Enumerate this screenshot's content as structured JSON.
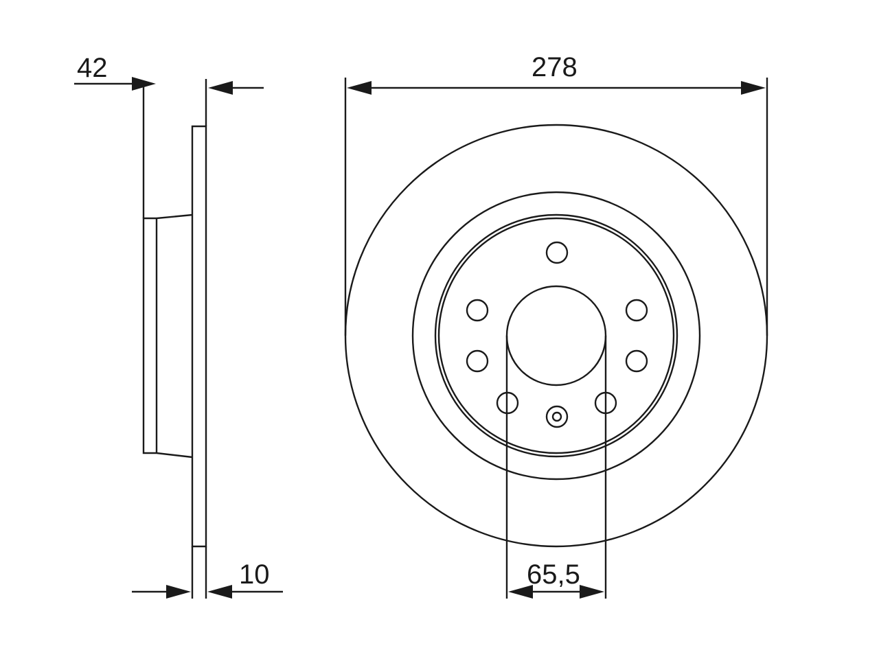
{
  "dimensions": {
    "hub_height": "42",
    "outer_diameter": "278",
    "thickness": "10",
    "center_bore": "65,5"
  },
  "colors": {
    "line": "#1a1a1a",
    "background": "#ffffff"
  }
}
